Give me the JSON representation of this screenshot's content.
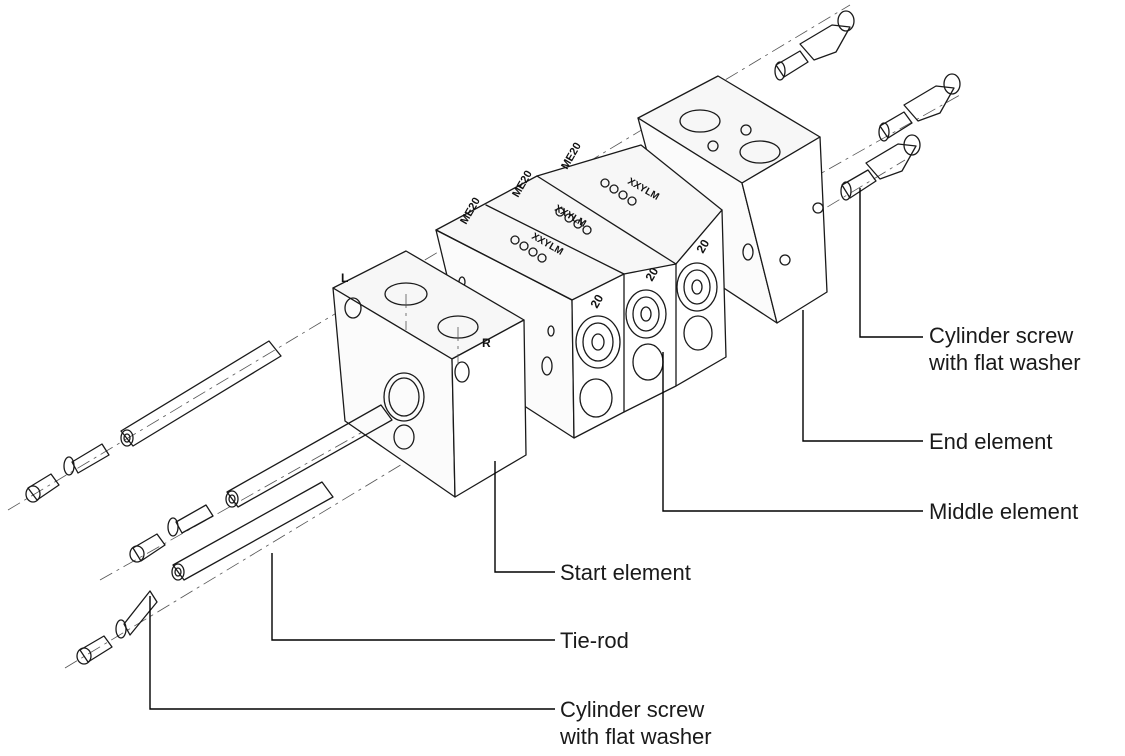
{
  "labels": {
    "cylinder_screw_top": "Cylinder screw\nwith flat washer",
    "end_element": "End element",
    "middle_element": "Middle element",
    "start_element": "Start element",
    "tie_rod": "Tie-rod",
    "cylinder_screw_bottom": "Cylinder screw\nwith flat washer"
  },
  "markings": {
    "element_code": "ME20",
    "element_code_2": "ME20",
    "element_code_3": "ME20",
    "outlet_letters": "XXYLM",
    "outlet_letters_2": "XXYLM",
    "outlet_letters_3": "XXYLM",
    "port_size": "20",
    "port_size_2": "20",
    "port_size_3": "20",
    "side_left": "L",
    "side_right": "R"
  }
}
